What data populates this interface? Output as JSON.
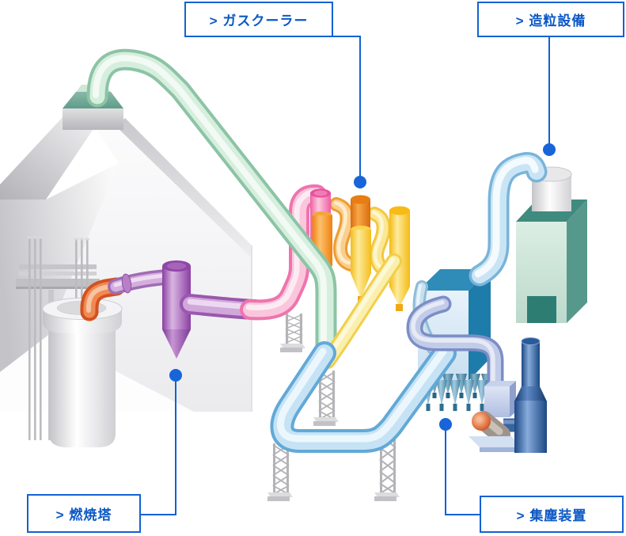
{
  "page": {
    "background": "#ffffff",
    "accent_blue": "#1262d2",
    "label_text_blue": "#0c58c6"
  },
  "labels": {
    "gas_cooler": {
      "text": "> ガスクーラー"
    },
    "granulator": {
      "text": "> 造粒設備"
    },
    "combustion_tower": {
      "text": "> 燃焼塔"
    },
    "dust_collector": {
      "text": "> 集塵装置"
    }
  }
}
